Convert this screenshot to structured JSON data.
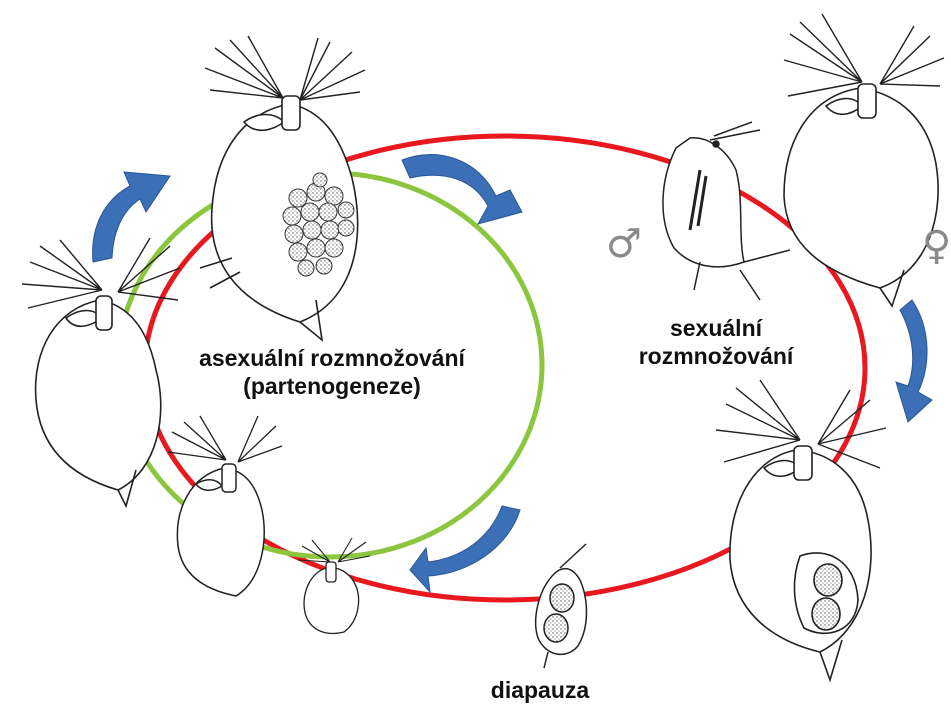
{
  "labels": {
    "asexual_line1": "asexuální rozmnožování",
    "asexual_line2": "(partenogeneze)",
    "sexual_line1": "sexuální",
    "sexual_line2": "rozmnožování",
    "diapause": "diapauza"
  },
  "symbols": {
    "male": "♂",
    "female": "♀"
  },
  "colors": {
    "asexual_cycle": "#8cc63f",
    "sexual_cycle": "#e8181e",
    "arrows": "#3b6fb6",
    "outline": "#222222",
    "egg_fill": "#b9b9b9"
  }
}
